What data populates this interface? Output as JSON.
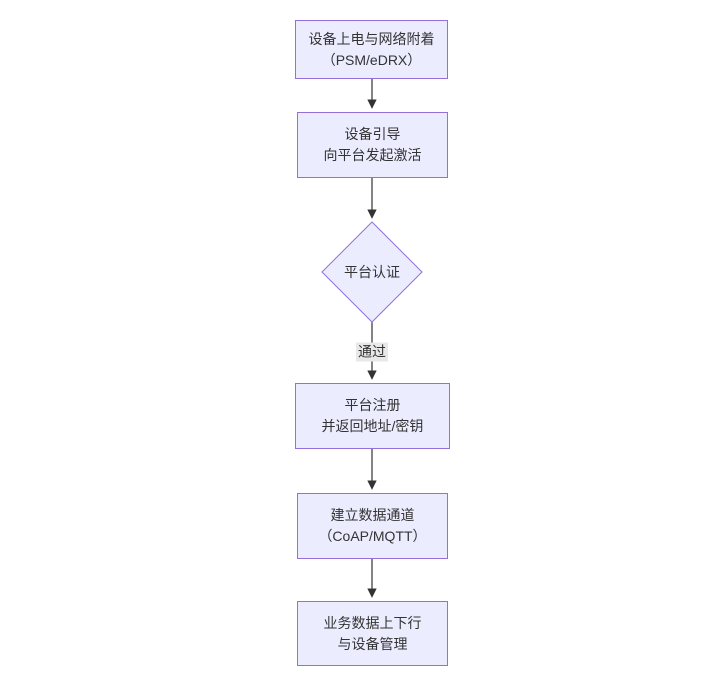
{
  "diagram": {
    "type": "flowchart",
    "direction": "top-down",
    "colors": {
      "node_fill": "#ECECFF",
      "node_border": "#9370DB",
      "edge": "#333333",
      "edge_label_bg": "#e8e8e8",
      "text": "#333333",
      "background": "#ffffff"
    },
    "nodes": [
      {
        "shape": "rect",
        "lines": [
          "设备上电与网络附着",
          "（PSM/eDRX）"
        ]
      },
      {
        "shape": "rect",
        "lines": [
          "设备引导",
          "向平台发起激活"
        ]
      },
      {
        "shape": "diamond",
        "lines": [
          "平台认证"
        ]
      },
      {
        "shape": "rect",
        "lines": [
          "平台注册",
          "并返回地址/密钥"
        ]
      },
      {
        "shape": "rect",
        "lines": [
          "建立数据通道",
          "（CoAP/MQTT）"
        ]
      },
      {
        "shape": "rect",
        "lines": [
          "业务数据上下行",
          "与设备管理"
        ]
      }
    ],
    "edges": [
      {
        "from": 0,
        "to": 1,
        "label": ""
      },
      {
        "from": 1,
        "to": 2,
        "label": ""
      },
      {
        "from": 2,
        "to": 3,
        "label": "通过"
      },
      {
        "from": 3,
        "to": 4,
        "label": ""
      },
      {
        "from": 4,
        "to": 5,
        "label": ""
      }
    ]
  }
}
